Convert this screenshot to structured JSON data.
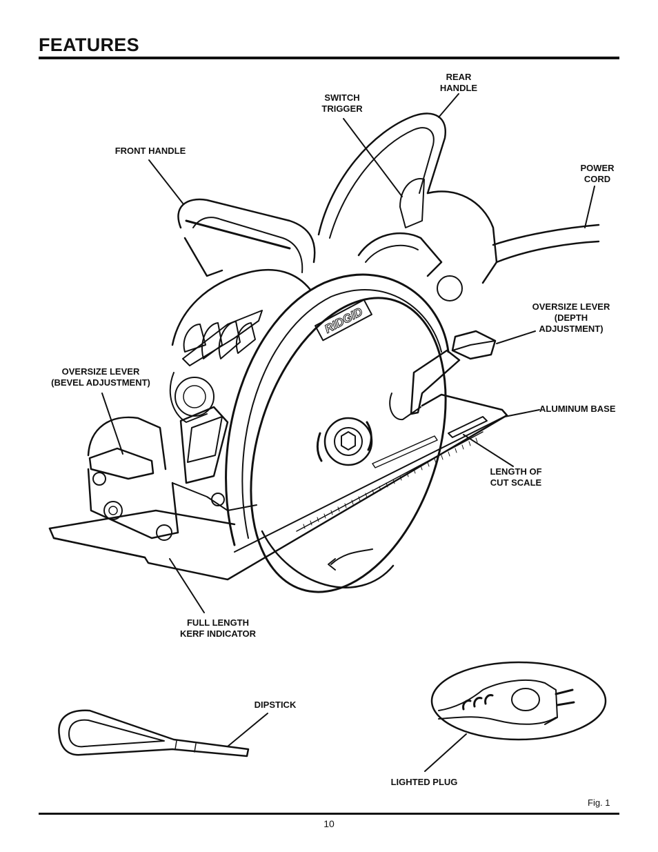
{
  "header": {
    "title": "FEATURES"
  },
  "labels": {
    "rear_handle": "REAR\nHANDLE",
    "switch_trigger": "SWITCH\nTRIGGER",
    "front_handle": "FRONT HANDLE",
    "power_cord": "POWER\nCORD",
    "depth_lever": "OVERSIZE LEVER\n(DEPTH\nADJUSTMENT)",
    "bevel_lever": "OVERSIZE LEVER\n(BEVEL ADJUSTMENT)",
    "aluminum_base": "ALUMINUM BASE",
    "cut_scale": "LENGTH OF\nCUT SCALE",
    "kerf_indicator": "FULL LENGTH\nKERF INDICATOR",
    "dipstick": "DIPSTICK",
    "lighted_plug": "LIGHTED PLUG"
  },
  "brand_logo_text": "RIDGID",
  "figure_caption": "Fig. 1",
  "footer": {
    "page_number": "10"
  }
}
